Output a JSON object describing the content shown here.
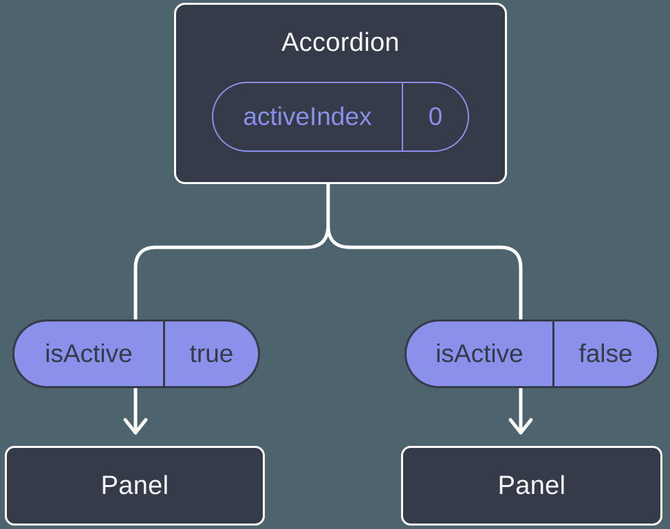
{
  "colors": {
    "background": "#4D636D",
    "node_fill": "#353B48",
    "node_border": "#FFFFFF",
    "pill_fill": "#8B90EB",
    "pill_outline": "#8A8FE9",
    "dark_text": "#353B48",
    "light_text": "#F6F7F9",
    "connector": "#FFFFFF"
  },
  "diagram": {
    "root": {
      "title": "Accordion",
      "state": {
        "name": "activeIndex",
        "value": "0"
      }
    },
    "branches": [
      {
        "prop": {
          "name": "isActive",
          "value": "true"
        },
        "child": {
          "title": "Panel"
        }
      },
      {
        "prop": {
          "name": "isActive",
          "value": "false"
        },
        "child": {
          "title": "Panel"
        }
      }
    ]
  }
}
